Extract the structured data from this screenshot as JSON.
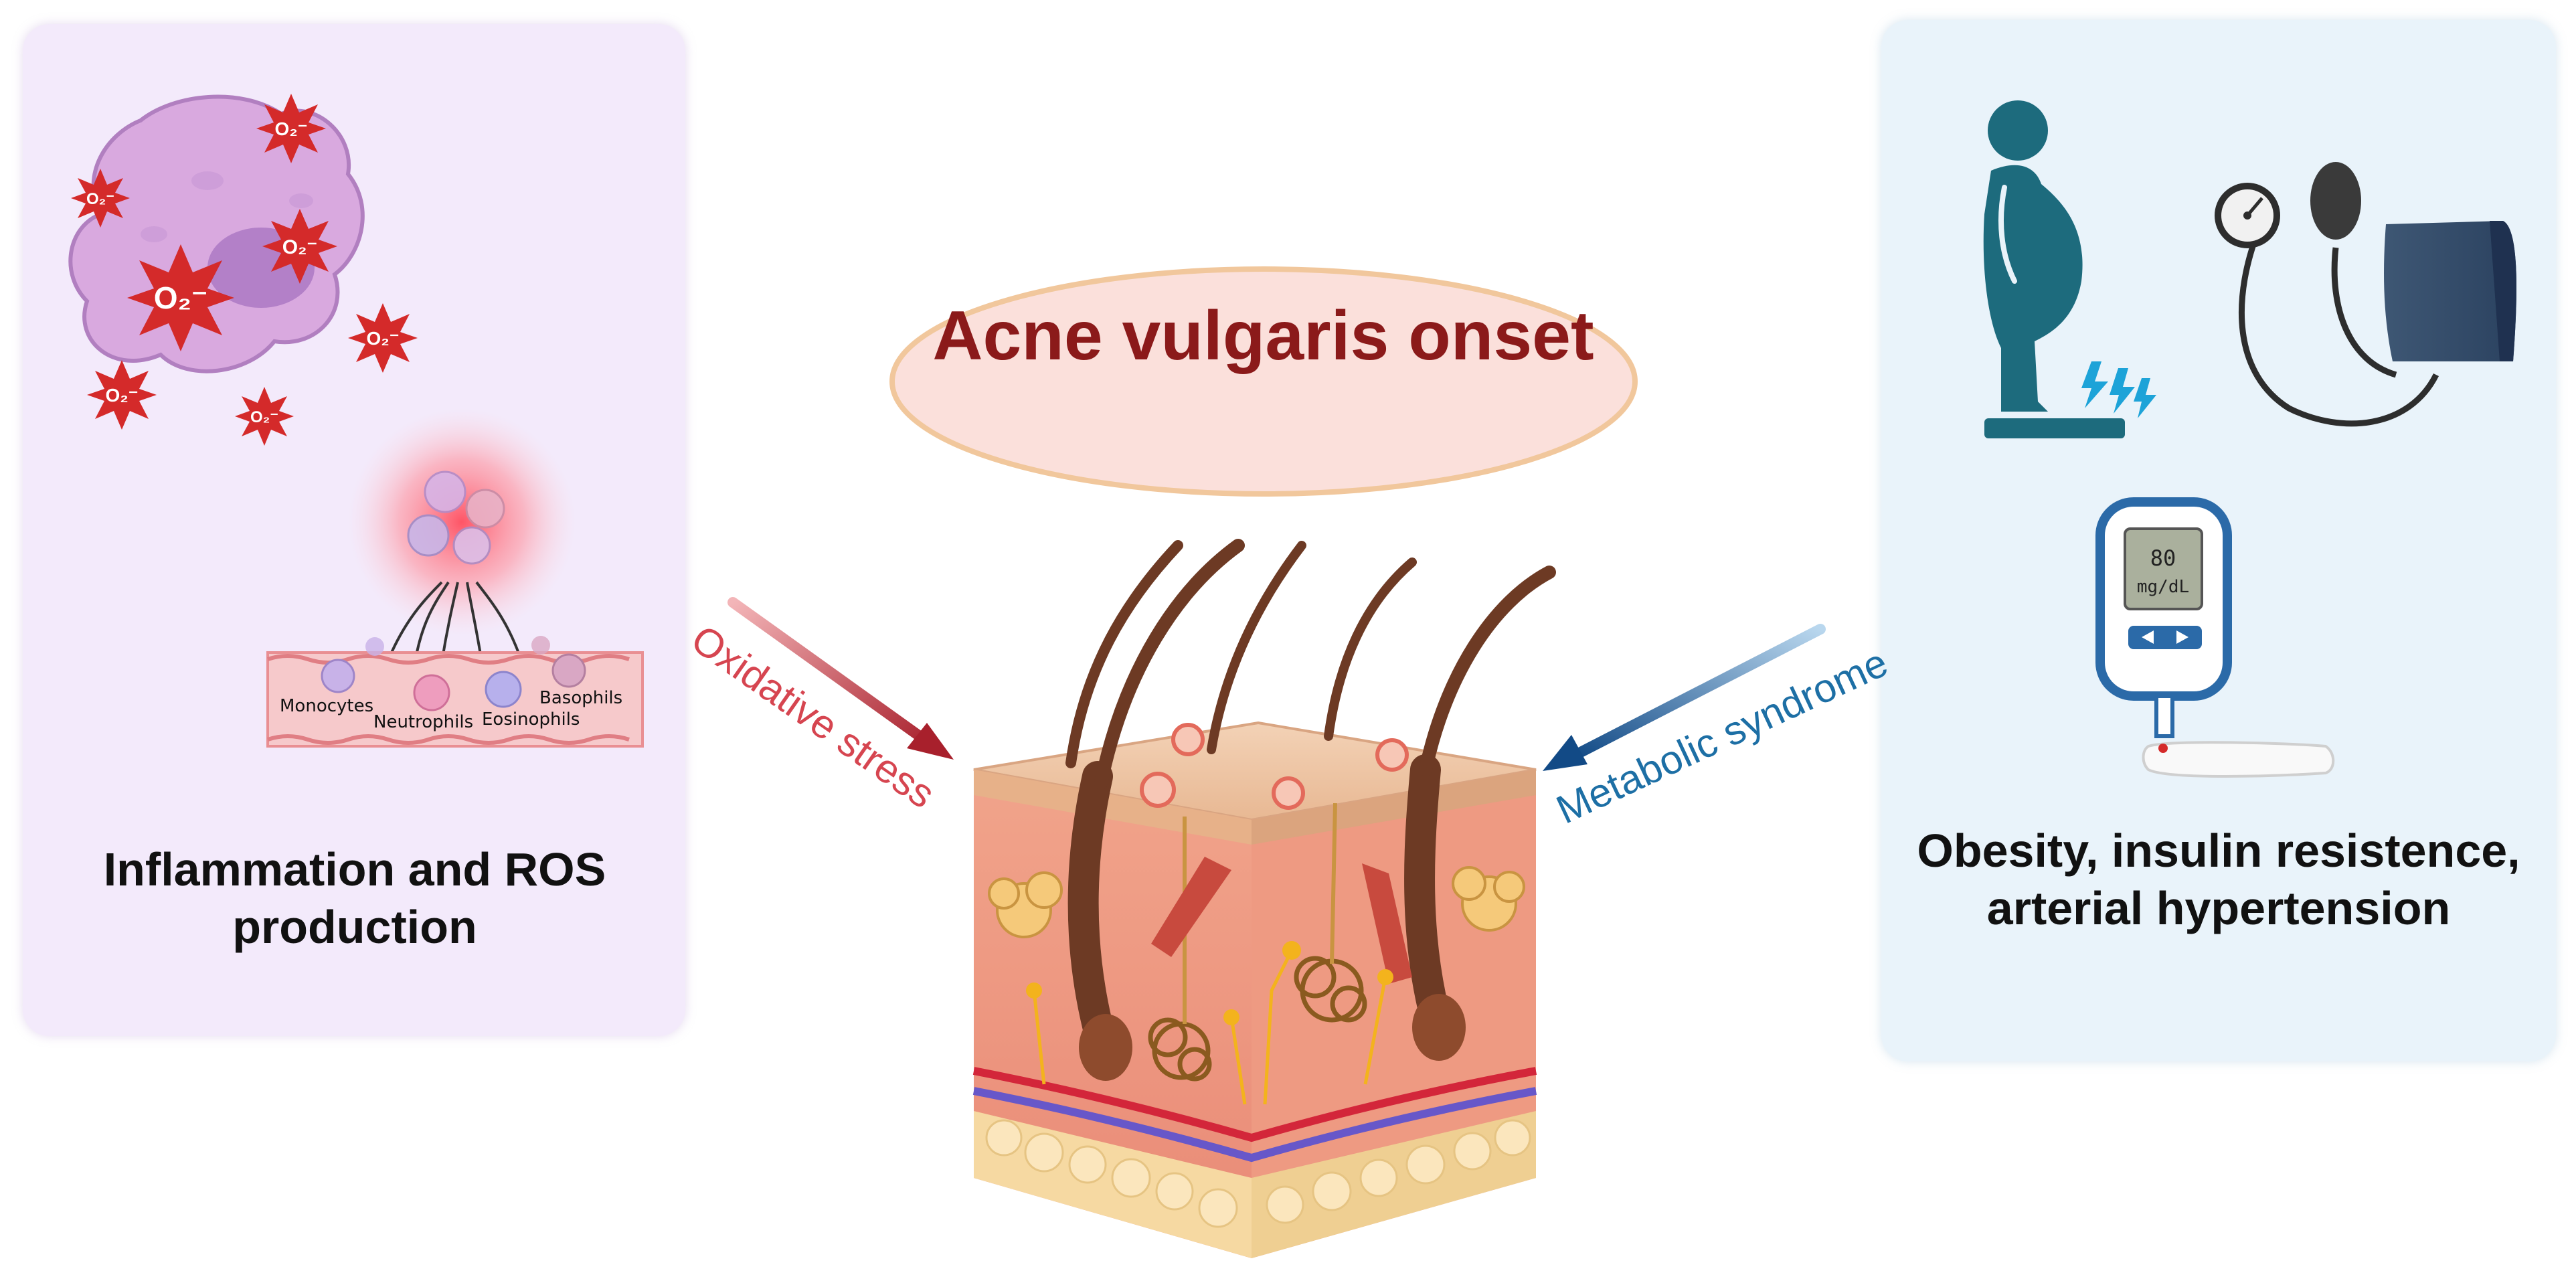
{
  "left_panel": {
    "title": "Inflammation and ROS production",
    "ros_symbol": "O₂⁻",
    "cells": [
      "Monocytes",
      "Neutrophils",
      "Eosinophils",
      "Basophils"
    ]
  },
  "center": {
    "title": "Acne vulgaris onset"
  },
  "arrows": {
    "left": {
      "label": "Oxidative stress",
      "color": "#d64550"
    },
    "right": {
      "label": "Metabolic syndrome",
      "color": "#1d6fa5"
    }
  },
  "right_panel": {
    "title": "Obesity, insulin resistence, arterial hypertension",
    "glucose_value": "80",
    "glucose_unit": "mg/dL"
  },
  "colors": {
    "left_panel_bg": "#f3eafb",
    "right_panel_bg": "#e9f3fa",
    "title_red": "#8b1a1a",
    "ros_red": "#d42a2a"
  }
}
